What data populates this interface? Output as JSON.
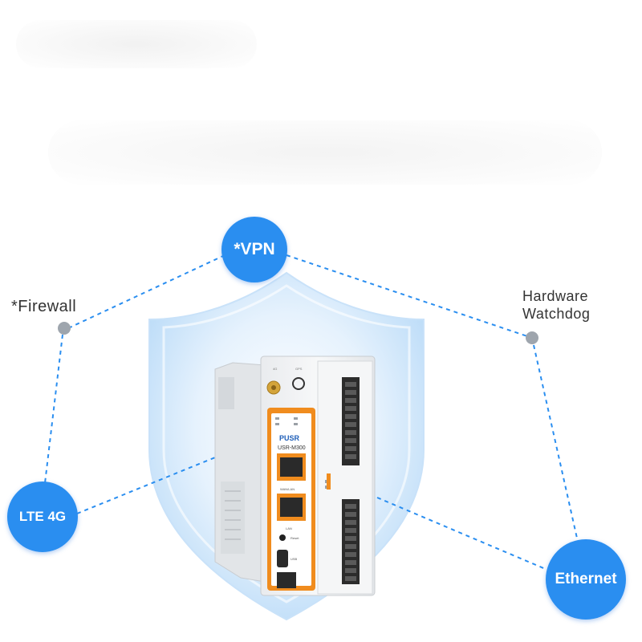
{
  "nodes": {
    "vpn": "*VPN",
    "lte": "LTE 4G",
    "ethernet": "Ethernet"
  },
  "labels": {
    "firewall": "*Firewall",
    "watchdog_line1": "Hardware",
    "watchdog_line2": "Watchdog"
  },
  "device": {
    "brand": "PUSR",
    "model": "USR-M300",
    "port_label": "WAN/LAN",
    "lan_label": "LAN",
    "reset_label": "Reset",
    "usb_label": "USB",
    "antenna_4g": "4G",
    "antenna_gps": "GPS"
  },
  "colors": {
    "node_blue": "#2a8ef0",
    "shield_blue": "#cfe6fb",
    "device_orange": "#f08c1e",
    "dash_line": "#2a8ef0",
    "dot_gray": "#9ea5ad"
  }
}
